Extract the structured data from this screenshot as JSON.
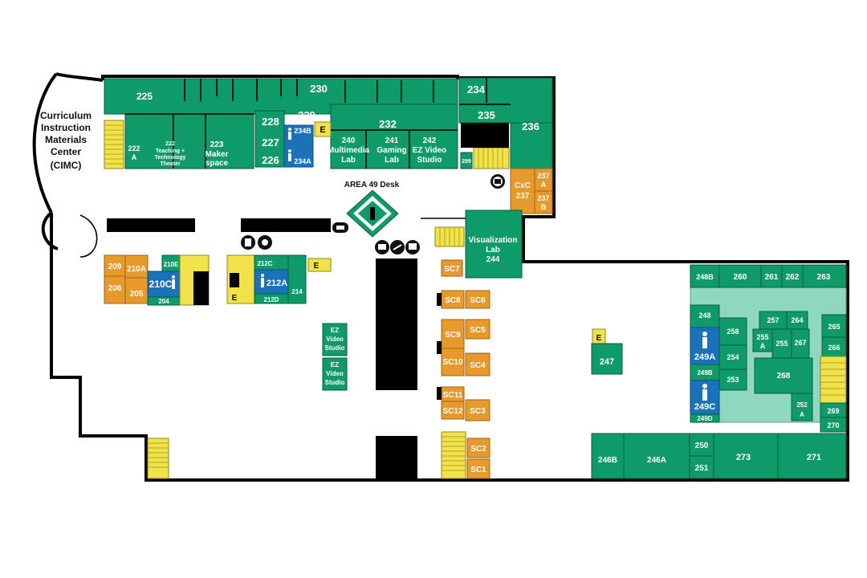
{
  "labels": {
    "cimc": [
      "Curriculum",
      "Instruction",
      "Materials",
      "Center",
      "(CIMC)"
    ],
    "area49": "AREA 49 Desk",
    "elevator": "E",
    "r225": "225",
    "r230": "230",
    "r234": "234",
    "r236": "236",
    "r235": "235",
    "r229": "229",
    "r228": "228",
    "r227": "227",
    "r226": "226",
    "r234B": "234B",
    "r234A": "234A",
    "r232": "232",
    "r240": [
      "240",
      "Multimedia",
      "Lab"
    ],
    "r241": [
      "241",
      "Gaming",
      "Lab"
    ],
    "r242": [
      "242",
      "EZ Video",
      "Studio"
    ],
    "r222A": [
      "222",
      "A"
    ],
    "r222": [
      "222",
      "Teaching +",
      "Technology",
      "Theater"
    ],
    "r223": [
      "223",
      "Maker",
      "space"
    ],
    "r299": "299",
    "rCxC": [
      "CxC",
      "237"
    ],
    "r237A": [
      "237",
      "A"
    ],
    "r237B": [
      "237",
      "B"
    ],
    "vizlab": [
      "Visualization",
      "Lab",
      "244"
    ],
    "r209": "209",
    "r210A": "210A",
    "r210E": "210E",
    "r206": "206",
    "r205": "205",
    "r210C": "210C",
    "r204": "204",
    "r212C": "212C",
    "r212A": "212A",
    "r212D": "212D",
    "r214": "214",
    "ezstudio": [
      "EZ",
      "Video",
      "Studio"
    ],
    "sc7": "SC7",
    "sc8": "SC8",
    "sc6": "SC6",
    "sc9": "SC9",
    "sc5": "SC5",
    "sc10": "SC10",
    "sc4": "SC4",
    "sc11": "SC11",
    "sc12": "SC12",
    "sc3": "SC3",
    "sc2": "SC2",
    "sc1": "SC1",
    "r247": "247",
    "r248B": "248B",
    "r260": "260",
    "r261": "261",
    "r262": "262",
    "r263": "263",
    "r248": "248",
    "r257": "257",
    "r264": "264",
    "r258": "258",
    "r255A": [
      "255",
      "A"
    ],
    "r255": "255",
    "r267": "267",
    "r265": "265",
    "r266": "266",
    "r249A": "249A",
    "r254": "254",
    "r249B": "249B",
    "r253": "253",
    "r268": "268",
    "r249C": "249C",
    "r252A": [
      "252",
      "A"
    ],
    "r249D": "249D",
    "r269": "269",
    "r270": "270",
    "r246B": "246B",
    "r246A": "246A",
    "r250": "250",
    "r251": "251",
    "r273": "273",
    "r271": "271"
  },
  "colors": {
    "room": "#0f9a6a",
    "room_light": "#8fd8bf",
    "service": "#e69a2b",
    "restroom": "#1a72b8",
    "stairs": "#f2e24a",
    "wall": "#000000"
  },
  "icons": [
    "restroom-icon",
    "elevator-icon",
    "printer-icon",
    "computer-icon",
    "scanner-icon",
    "phone-icon",
    "info-desk-icon"
  ]
}
